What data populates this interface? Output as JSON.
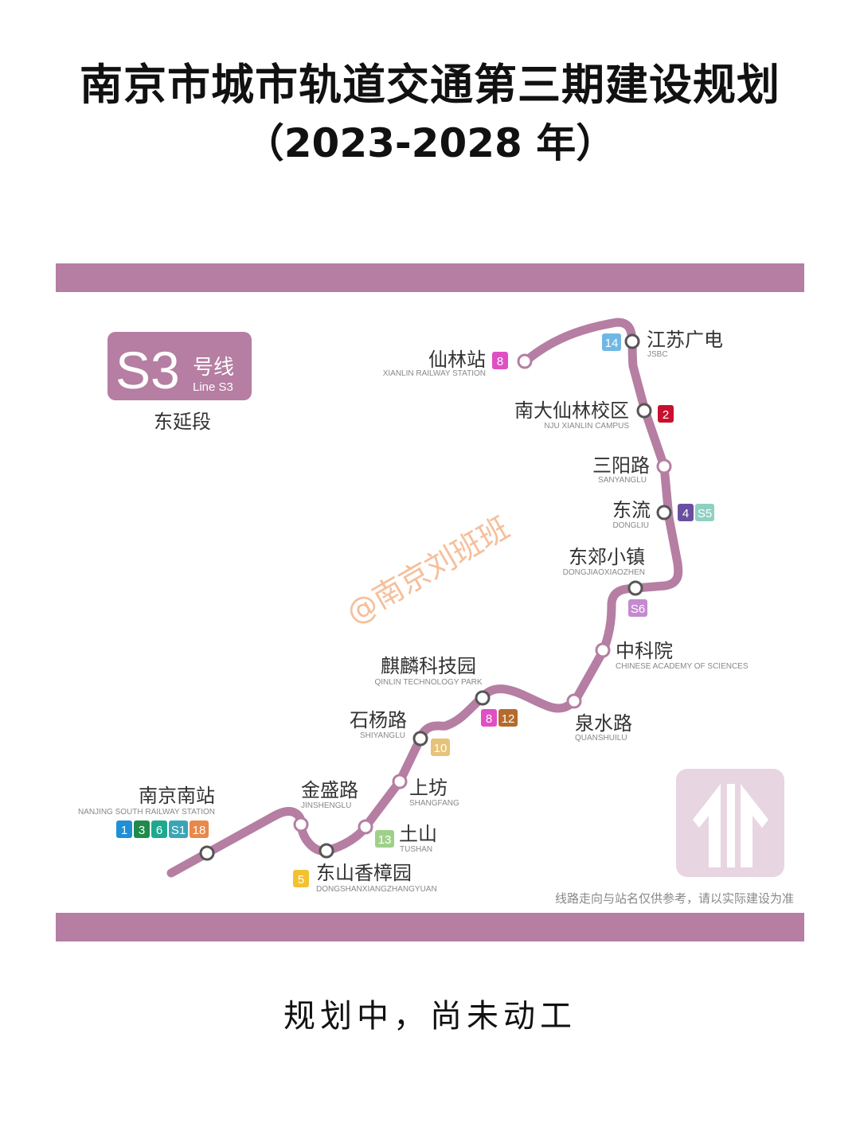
{
  "title": "南京市城市轨道交通第三期建设规划",
  "subtitle": "（2023-2028 年）",
  "line_badge": {
    "code": "S3",
    "suffix": "号线",
    "en": "Line S3",
    "section": "东延段"
  },
  "colors": {
    "line": "#b57ea2",
    "band": "#b57ea2",
    "badge": "#b57ea2"
  },
  "watermark": "@南京刘班班",
  "note": "线路走向与站名仅供参考，请以实际建设为准",
  "status": "规划中，尚未动工",
  "transfer_colors": {
    "1": "#1f8fd6",
    "2": "#c8102e",
    "3": "#1f8a4c",
    "4": "#6a4fa0",
    "5": "#f2c230",
    "6": "#1ea98f",
    "8": "#e04fc3",
    "10": "#e6c27a",
    "12": "#b46b2c",
    "13": "#9fd08a",
    "14": "#6fb8e6",
    "S1": "#3aa6b5",
    "S5": "#8fd0c2",
    "S6": "#c48ad0",
    "18": "#e8884a"
  },
  "stations": [
    {
      "name": "仙林站",
      "en": "XIANLIN RAILWAY STATION",
      "transfers": [
        "8"
      ]
    },
    {
      "name": "江苏广电",
      "en": "JSBC",
      "transfers": [
        "14"
      ]
    },
    {
      "name": "南大仙林校区",
      "en": "NJU XIANLIN CAMPUS",
      "transfers": [
        "2"
      ]
    },
    {
      "name": "三阳路",
      "en": "SANYANGLU",
      "transfers": []
    },
    {
      "name": "东流",
      "en": "DONGLIU",
      "transfers": [
        "4",
        "S5"
      ]
    },
    {
      "name": "东郊小镇",
      "en": "DONGJIAOXIAOZHEN",
      "transfers": [
        "S6"
      ]
    },
    {
      "name": "中科院",
      "en": "CHINESE ACADEMY OF SCIENCES",
      "transfers": []
    },
    {
      "name": "泉水路",
      "en": "QUANSHUILU",
      "transfers": []
    },
    {
      "name": "麒麟科技园",
      "en": "QINLIN TECHNOLOGY PARK",
      "transfers": [
        "8",
        "12"
      ]
    },
    {
      "name": "石杨路",
      "en": "SHIYANGLU",
      "transfers": [
        "10"
      ]
    },
    {
      "name": "上坊",
      "en": "SHANGFANG",
      "transfers": []
    },
    {
      "name": "土山",
      "en": "TUSHAN",
      "transfers": [
        "13"
      ]
    },
    {
      "name": "东山香樟园",
      "en": "DONGSHANXIANGZHANGYUAN",
      "transfers": [
        "5"
      ]
    },
    {
      "name": "金盛路",
      "en": "JINSHENGLU",
      "transfers": []
    },
    {
      "name": "南京南站",
      "en": "NANJING SOUTH RAILWAY STATION",
      "transfers": [
        "1",
        "3",
        "6",
        "S1",
        "18"
      ]
    }
  ]
}
